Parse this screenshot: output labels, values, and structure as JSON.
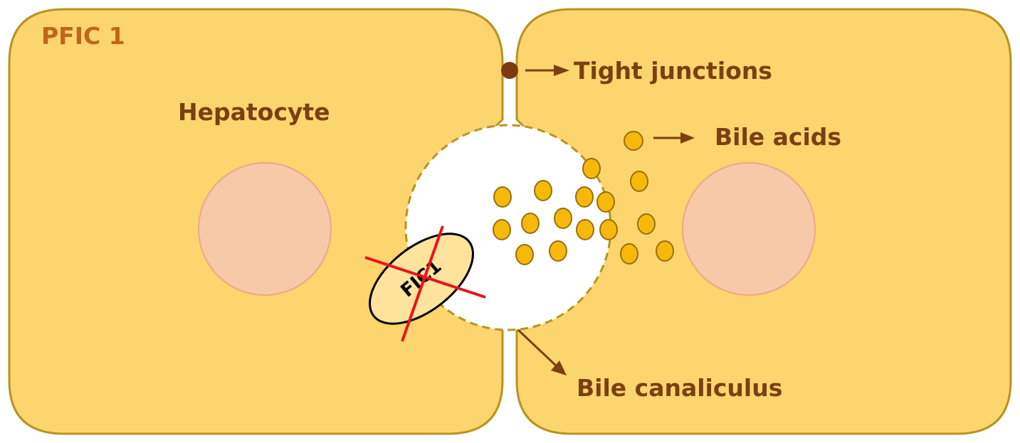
{
  "title": "PFIC 1",
  "labels": {
    "hepatocyte": "Hepatocyte",
    "tight_junctions": "Tight junctions",
    "bile_acids": "Bile acids",
    "bile_canaliculus": "Bile canaliculus",
    "transporter": "FIC1"
  },
  "colors": {
    "cell_fill": "#FCD56E",
    "cell_stroke": "#B8941F",
    "nucleus_fill": "#F6C9A9",
    "nucleus_stroke": "#EBA98A",
    "label_brown": "#7B3F10",
    "title_orange": "#C0651B",
    "junction": "#7E3A0F",
    "bile_acid_fill": "#F6B90B",
    "bile_acid_stroke": "#9B6F0A",
    "transporter_fill": "#FDE39C",
    "cross": "#E8141B"
  },
  "transporter_state": "crossed-out"
}
